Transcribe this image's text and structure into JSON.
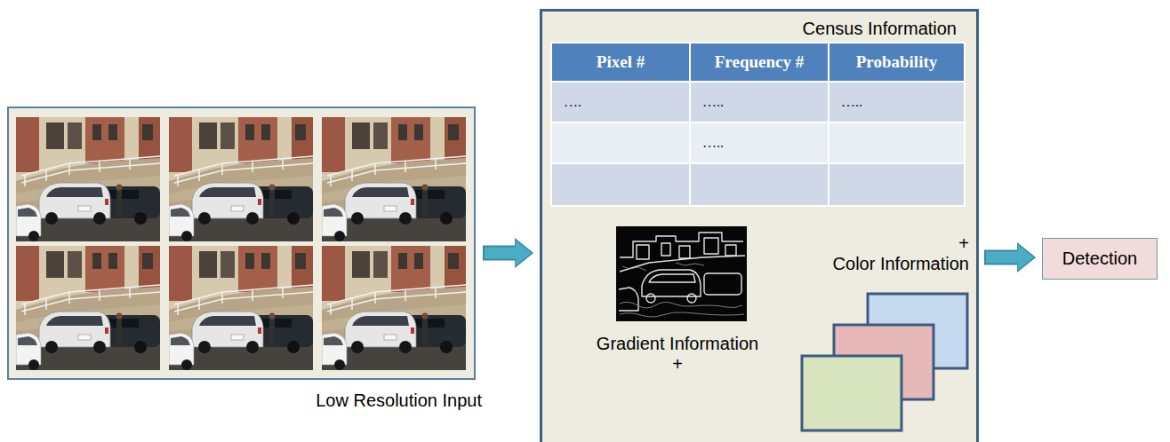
{
  "diagram": {
    "nodes": [
      {
        "text": [
          "Low Resolution Input"
        ]
      },
      {
        "text": [
          "Census Information",
          "Gradient Information +",
          "+ Color Information"
        ]
      },
      {
        "text": [
          "Detection"
        ]
      }
    ],
    "edges": [
      {
        "from": 0,
        "to": 1,
        "arrow": "to"
      },
      {
        "from": 1,
        "to": 2,
        "arrow": "to"
      }
    ],
    "labels": [
      "Pixel #",
      "Frequency #",
      "Probability",
      "….",
      "…..",
      "…..",
      "….."
    ]
  }
}
